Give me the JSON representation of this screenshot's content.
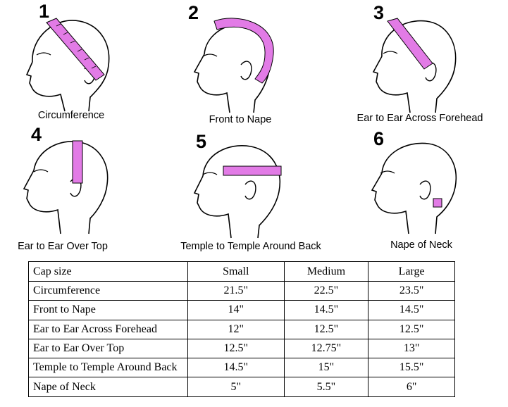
{
  "colors": {
    "tape": "#e27be6",
    "line": "#000000"
  },
  "figures": [
    {
      "number": "1",
      "caption": "Circumference"
    },
    {
      "number": "2",
      "caption": "Front to Nape"
    },
    {
      "number": "3",
      "caption": "Ear to Ear Across Forehead"
    },
    {
      "number": "4",
      "caption": "Ear to Ear Over Top"
    },
    {
      "number": "5",
      "caption": "Temple to Temple Around Back"
    },
    {
      "number": "6",
      "caption": "Nape of Neck"
    }
  ],
  "table": {
    "headers": [
      "Cap size",
      "Small",
      "Medium",
      "Large"
    ],
    "rows": [
      [
        "Circumference",
        "21.5\"",
        "22.5\"",
        "23.5\""
      ],
      [
        "Front to Nape",
        "14\"",
        "14.5\"",
        "14.5\""
      ],
      [
        "Ear to Ear Across Forehead",
        "12\"",
        "12.5\"",
        "12.5\""
      ],
      [
        "Ear to Ear Over Top",
        "12.5\"",
        "12.75\"",
        "13\""
      ],
      [
        "Temple to Temple Around Back",
        "14.5\"",
        "15\"",
        "15.5\""
      ],
      [
        "Nape of Neck",
        "5\"",
        "5.5\"",
        "6\""
      ]
    ]
  }
}
